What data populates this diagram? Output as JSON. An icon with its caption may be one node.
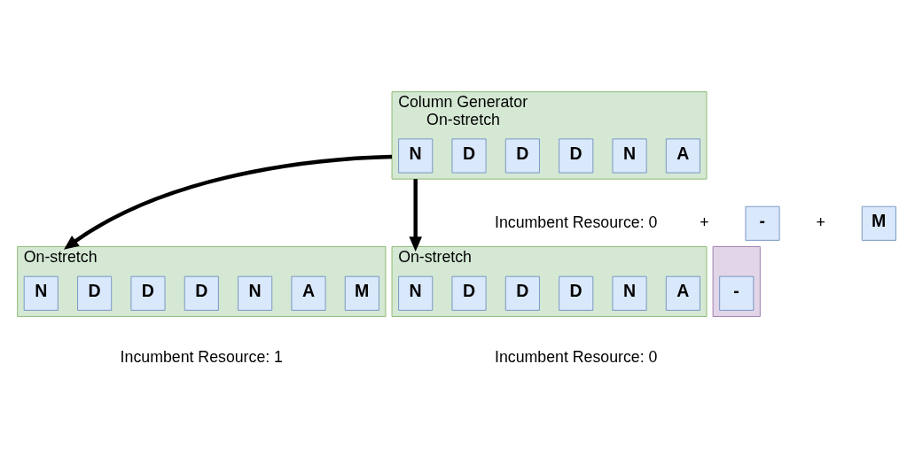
{
  "diagram": {
    "nodes": [
      {
        "text": [
          "Column Generator",
          "On-stretch"
        ],
        "beside": [
          "Incumbent Resource: 0"
        ]
      },
      {
        "text": [
          "N"
        ],
        "in": 0
      },
      {
        "text": [
          "D"
        ],
        "in": 0
      },
      {
        "text": [
          "D"
        ],
        "in": 0
      },
      {
        "text": [
          "D"
        ],
        "in": 0
      },
      {
        "text": [
          "N"
        ],
        "in": 0
      },
      {
        "text": [
          "A"
        ],
        "in": 0
      },
      {
        "text": [
          "-"
        ]
      },
      {
        "text": [
          "M"
        ]
      },
      {
        "text": [
          "On-stretch"
        ],
        "beside": [
          "Incumbent Resource: 1"
        ]
      },
      {
        "text": [
          "N"
        ],
        "in": 9
      },
      {
        "text": [
          "D"
        ],
        "in": 9
      },
      {
        "text": [
          "D"
        ],
        "in": 9
      },
      {
        "text": [
          "D"
        ],
        "in": 9
      },
      {
        "text": [
          "N"
        ],
        "in": 9
      },
      {
        "text": [
          "A"
        ],
        "in": 9
      },
      {
        "text": [
          "M"
        ],
        "in": 9
      },
      {
        "text": [
          "On-stretch"
        ],
        "beside": [
          "Incumbent Resource: 0"
        ]
      },
      {
        "text": [
          "N"
        ],
        "in": 17
      },
      {
        "text": [
          "D"
        ],
        "in": 17
      },
      {
        "text": [
          "D"
        ],
        "in": 17
      },
      {
        "text": [
          "D"
        ],
        "in": 17
      },
      {
        "text": [
          "N"
        ],
        "in": 17
      },
      {
        "text": [
          "A"
        ],
        "in": 17
      },
      {
        "text": [],
        "shape": "box"
      },
      {
        "text": [
          "-"
        ],
        "in": 24
      }
    ],
    "edges": [
      {
        "from": 0,
        "to": 9,
        "arrow": "to"
      },
      {
        "from": 0,
        "to": 17,
        "arrow": "to"
      }
    ],
    "labels": [
      "+",
      "+"
    ]
  }
}
